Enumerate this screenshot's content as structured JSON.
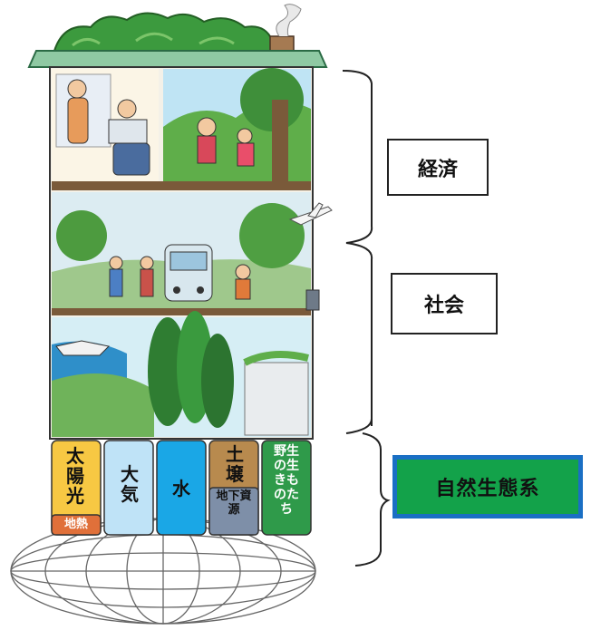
{
  "labels": {
    "economy": "経済",
    "society": "社会",
    "ecosystem": "自然生態系"
  },
  "pillars": {
    "sun": "太陽光",
    "geothermal": "地熱",
    "air": "大気",
    "water": "水",
    "soil": "土壌",
    "underground": "地下資源",
    "wildlife": "野生の生きものたち"
  },
  "colors": {
    "sun": "#f7c843",
    "geothermal": "#e0703a",
    "air": "#bfe3f7",
    "water": "#1aa7e6",
    "soil": "#b88a4e",
    "underground": "#7e8fa8",
    "wildlife": "#2f9a4a",
    "eco_fill": "#13a24a",
    "eco_border": "#1a6fc4"
  }
}
